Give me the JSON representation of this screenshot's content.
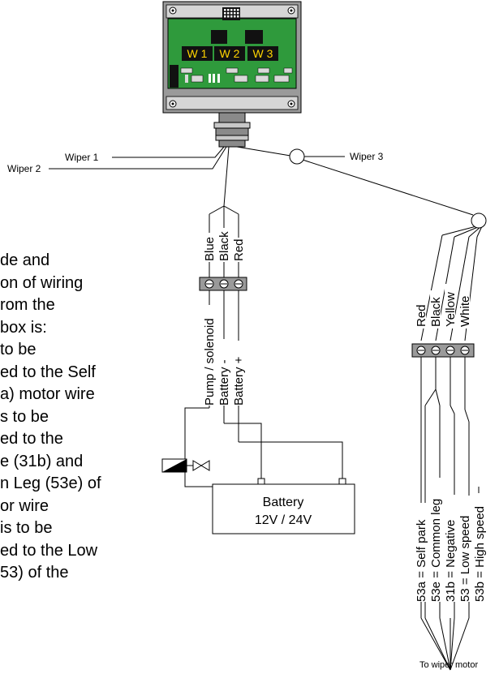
{
  "control_box": {
    "channels": [
      "W 1",
      "W 2",
      "W 3"
    ]
  },
  "labels": {
    "wiper1": "Wiper 1",
    "wiper2": "Wiper 2",
    "wiper3": "Wiper 3",
    "to_wiper_motor": "To wiper motor"
  },
  "supply_wires": [
    "Blue",
    "Black",
    "Red"
  ],
  "supply_terminals": [
    "Pump / solenoid",
    "Battery -",
    "Battery +"
  ],
  "motor_wires": [
    "Red",
    "Black",
    "Yellow",
    "White"
  ],
  "motor_terminals": [
    "53a = Self park",
    "53e = Common leg",
    "31b = Negative",
    "53 = Low speed",
    "53b = High speed"
  ],
  "battery": {
    "label": "Battery",
    "voltage": "12V / 24V"
  },
  "side_text": [
    "de and",
    "on of wiring",
    "rom the",
    "box is:",
    "to be",
    "ed to the Self",
    "a) motor wire",
    "s to be",
    "ed to the",
    "e (31b) and",
    "n Leg (53e) of",
    "or wire",
    " is to be",
    "ed to the Low",
    "53) of the"
  ]
}
